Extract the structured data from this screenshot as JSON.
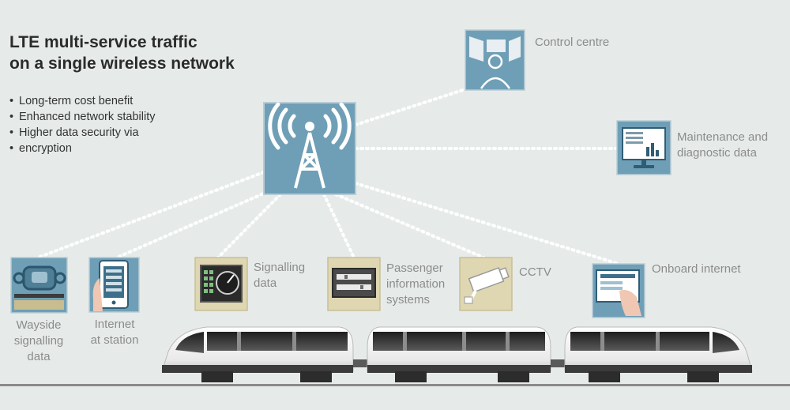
{
  "title": {
    "line1": "LTE multi-service traffic",
    "line2": "on a single wireless network"
  },
  "benefits": [
    "Long-term cost benefit",
    "Enhanced network stability",
    "Higher data security via",
    "encryption"
  ],
  "nodes": {
    "control_centre": {
      "label": [
        "Control centre"
      ]
    },
    "maintenance": {
      "label": [
        "Maintenance and",
        "diagnostic data"
      ]
    },
    "wayside": {
      "label": [
        "Wayside",
        "signalling",
        "data"
      ]
    },
    "internet_station": {
      "label": [
        "Internet",
        "at station"
      ]
    },
    "signalling": {
      "label": [
        "Signalling",
        "data"
      ]
    },
    "passenger_info": {
      "label": [
        "Passenger",
        "information",
        "systems"
      ]
    },
    "cctv": {
      "label": [
        "CCTV"
      ]
    },
    "onboard_internet": {
      "label": [
        "Onboard internet"
      ]
    }
  },
  "colors": {
    "blue_tile": "#6f9fb6",
    "beige_tile": "#dfd6b2",
    "dots": "#ffffff",
    "text_grey": "#8c8c8c"
  }
}
